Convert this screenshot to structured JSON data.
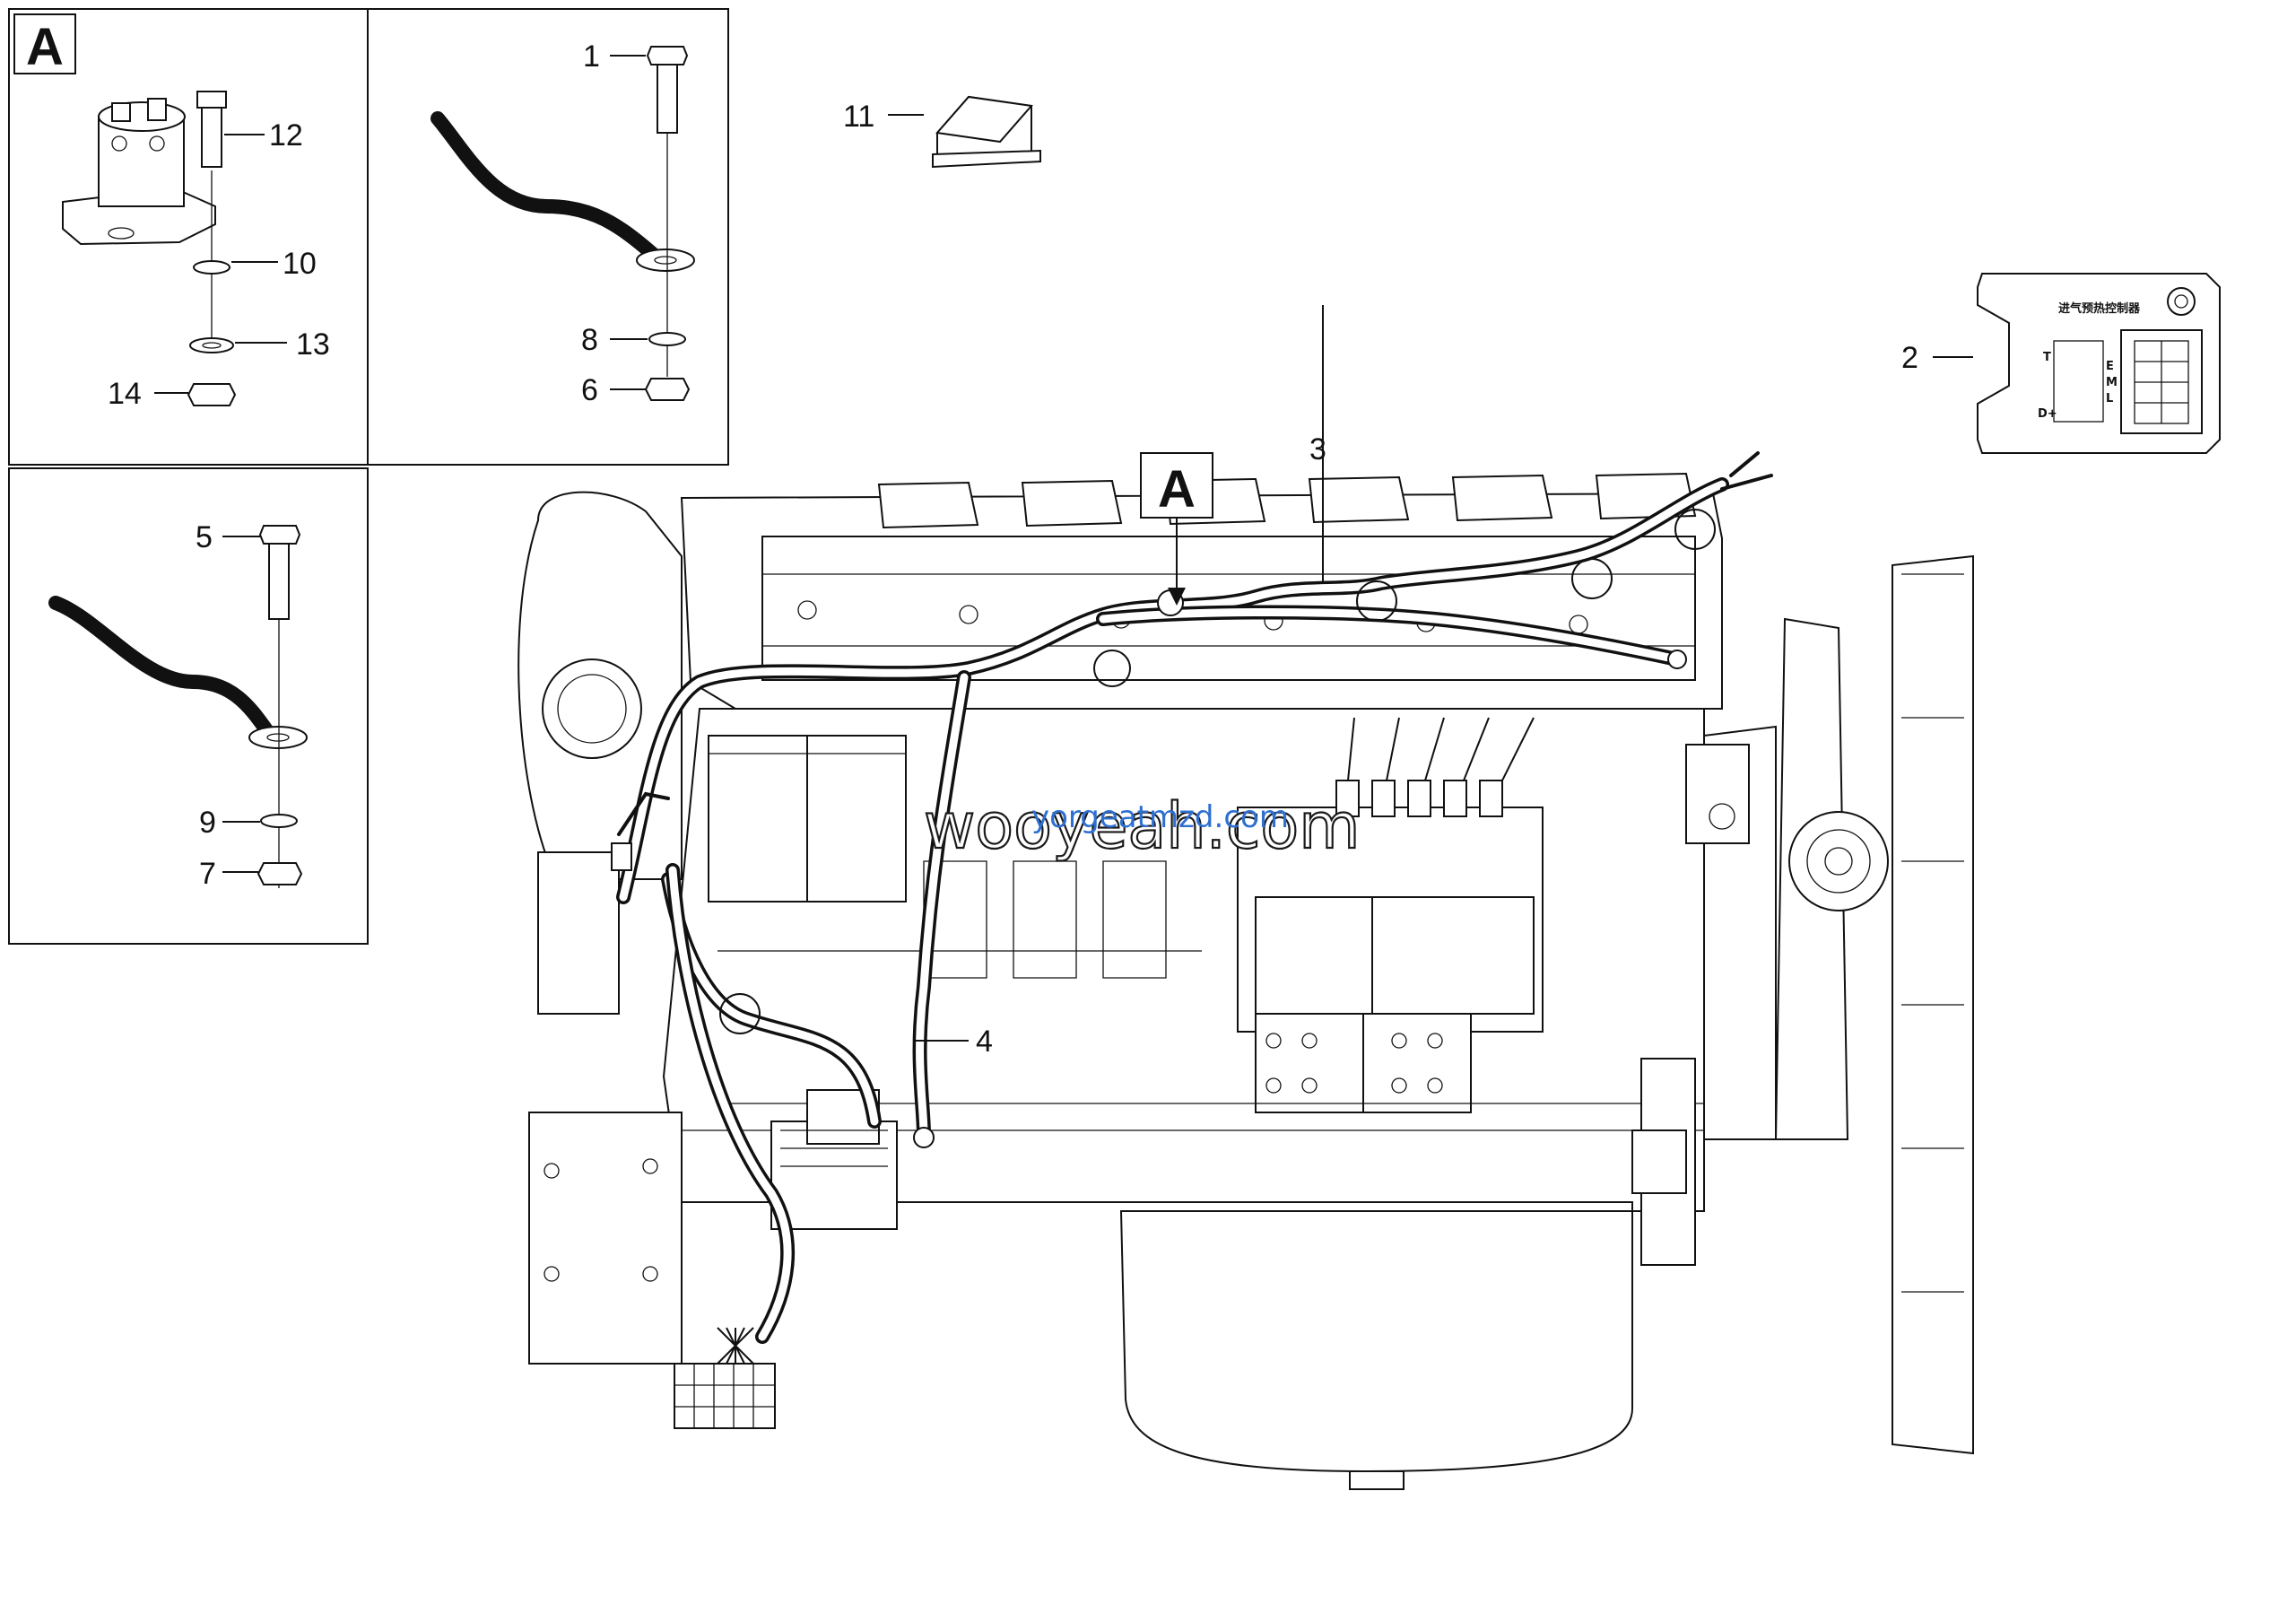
{
  "detail_label": "A",
  "detail_label_main": "A",
  "callouts": {
    "c1": "1",
    "c2": "2",
    "c3": "3",
    "c4": "4",
    "c5": "5",
    "c6": "6",
    "c7": "7",
    "c8": "8",
    "c9": "9",
    "c10": "10",
    "c11": "11",
    "c12": "12",
    "c13": "13",
    "c14": "14"
  },
  "controller_panel": {
    "title": "进气预热控制器",
    "pin_labels": [
      "T",
      "E",
      "M",
      "L",
      "D+"
    ]
  },
  "watermark": {
    "text": "wooyeah.com",
    "accent": "yorgeatmzd.com"
  },
  "colors": {
    "line": "#111111",
    "background": "#ffffff",
    "watermark_accent": "#2e6fd0"
  }
}
